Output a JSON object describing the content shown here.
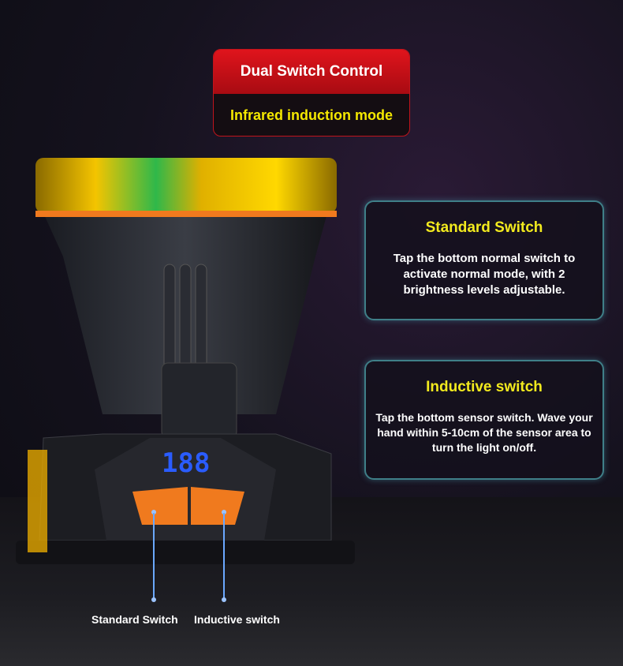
{
  "header": {
    "title": "Dual Switch Control",
    "subtitle": "Infrared induction mode"
  },
  "cards": [
    {
      "title": "Standard Switch",
      "text": "Tap the bottom normal switch to activate normal mode, with 2 brightness levels adjustable."
    },
    {
      "title": "Inductive switch",
      "text": "Tap the bottom sensor switch. Wave your hand within 5-10cm of the sensor area to turn the light on/off."
    }
  ],
  "product": {
    "display": "188"
  },
  "labels": {
    "standard": "Standard Switch",
    "inductive": "Inductive switch"
  },
  "colors": {
    "accent_red": "#e0141c",
    "accent_yellow": "#f2ea1e",
    "card_border": "#3f7f88",
    "display_blue": "#2a5cff",
    "button_orange": "#f07a1e"
  }
}
